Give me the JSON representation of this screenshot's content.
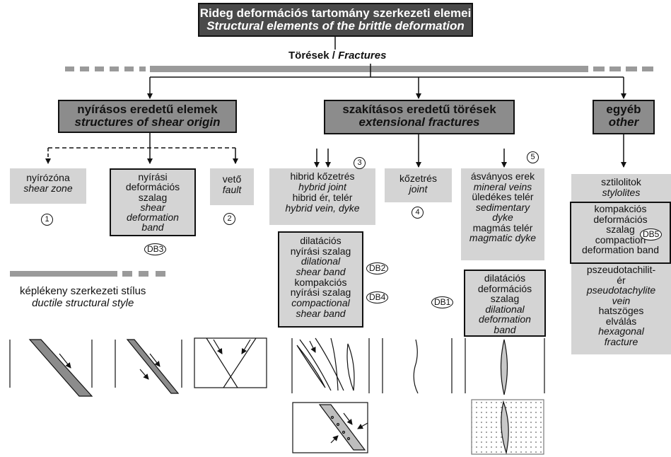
{
  "title": {
    "hu": "Rideg deformációs tartomány szerkezeti elemei",
    "en": "Structural elements of the brittle deformation"
  },
  "fractures": {
    "hu": "Törések",
    "sep": " / ",
    "en": "Fractures"
  },
  "categories": {
    "shear": {
      "hu": "nyírásos eredetű elemek",
      "en": "structures of shear origin"
    },
    "extensional": {
      "hu": "szakításos eredetű törések",
      "en": "extensional fractures"
    },
    "other": {
      "hu": "egyéb",
      "en": "other"
    }
  },
  "items": {
    "shear_zone": {
      "hu": "nyírózóna",
      "en": "shear zone"
    },
    "shear_band": {
      "hu1": "nyírási",
      "hu2": "deformációs",
      "hu3": "szalag",
      "en1": "shear",
      "en2": "deformation",
      "en3": "band"
    },
    "fault": {
      "hu": "vető",
      "en": "fault"
    },
    "hybrid": {
      "hu1": "hibrid kőzetrés",
      "en1": "hybrid joint",
      "hu2": "hibrid ér, telér",
      "en2": "hybrid vein, dyke"
    },
    "dilational_shear": {
      "hu1": "dilatációs",
      "hu2": "nyírási szalag",
      "en1": "dilational",
      "en2": "shear band",
      "hu3": "kompakciós",
      "hu4": "nyírási szalag",
      "en3": "compactional",
      "en4": "shear band"
    },
    "joint": {
      "hu": "kőzetrés",
      "en": "joint"
    },
    "veins": {
      "hu1": "ásványos erek",
      "en1": "mineral veins",
      "hu2": "üledékes telér",
      "en2": "sedimentary",
      "en3": "dyke",
      "hu3": "magmás telér",
      "en4": "magmatic dyke"
    },
    "dilational_band": {
      "hu1": "dilatációs",
      "hu2": "deformációs",
      "hu3": "szalag",
      "en1": "dilational",
      "en2": "deformation",
      "en3": "band"
    },
    "other_top": {
      "hu": "sztilolitok",
      "en": "stylolites"
    },
    "compaction": {
      "hu1": "kompakciós",
      "hu2": "deformációs",
      "hu3": "szalag",
      "en1": "compaction",
      "en2": "deformation band"
    },
    "other_bottom": {
      "hu1": "pszeudotachilit-",
      "hu2": "ér",
      "en1": "pseudotachylite",
      "en2": "vein",
      "hu3": "hatszöges",
      "hu4": "elválás",
      "en3": "hexagonal",
      "en4": "fracture"
    }
  },
  "ductile": {
    "hu": "képlékeny szerkezeti stílus",
    "en": "ductile structural style"
  },
  "numbers": [
    "1",
    "2",
    "3",
    "4",
    "5"
  ],
  "db_labels": {
    "db1": "DB1",
    "db2": "DB2",
    "db3": "DB3",
    "db4": "DB4",
    "db5": "DB5"
  }
}
